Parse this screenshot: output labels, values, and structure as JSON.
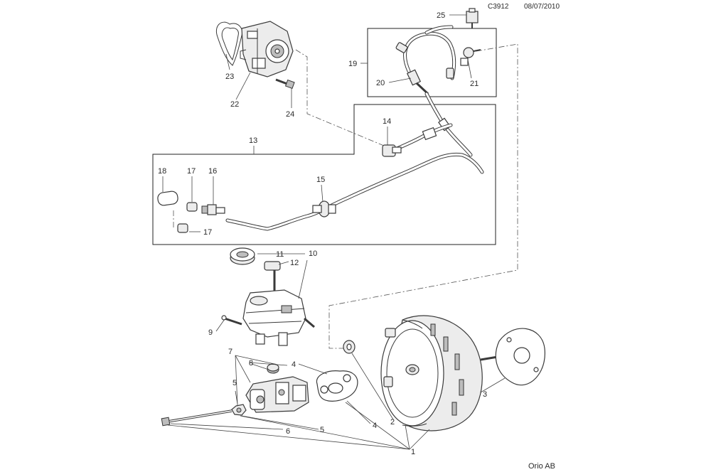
{
  "header": {
    "code": "C3912",
    "date": "08/07/2010"
  },
  "credit": "Orio AB",
  "callouts": {
    "c1": "1",
    "c2": "2",
    "c3": "3",
    "c4a": "4",
    "c4b": "4",
    "c5a": "5",
    "c5b": "5",
    "c6": "6",
    "c7": "7",
    "c8": "8",
    "c9": "9",
    "c10": "10",
    "c11": "11",
    "c12": "12",
    "c13": "13",
    "c14": "14",
    "c15": "15",
    "c16": "16",
    "c17a": "17",
    "c17b": "17",
    "c18": "18",
    "c19": "19",
    "c20": "20",
    "c21": "21",
    "c22": "22",
    "c23": "23",
    "c24": "24",
    "c25": "25"
  }
}
